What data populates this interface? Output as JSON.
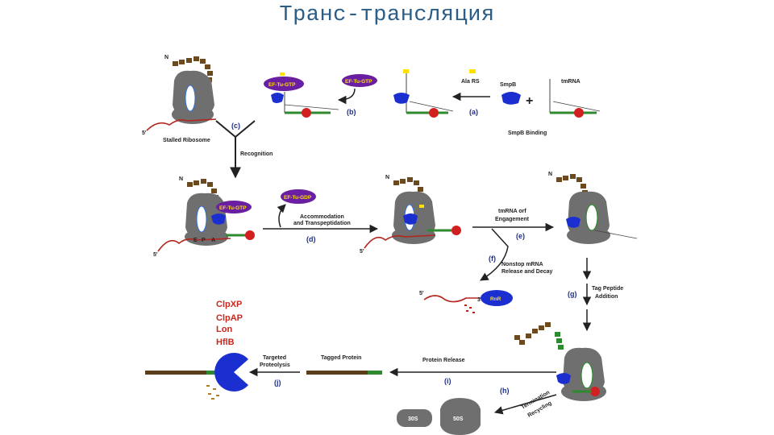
{
  "title": "Транс-трансляция",
  "labels": {
    "n_terminal": "N",
    "five_prime": "5'",
    "three_prime": "3'",
    "stalled_ribosome": "Stalled Ribosome",
    "recognition": "Recognition",
    "ef_tu_gtp": "EF-Tu-GTP",
    "ef_tu_gdp": "EF-Tu-GDP",
    "ala_rs": "Ala RS",
    "smpb": "SmpB",
    "tmrna": "tmRNA",
    "smpb_binding": "SmpB Binding",
    "accommodation": "Accommodation",
    "transpeptidation": "and Transpeptidation",
    "tmrna_orf": "tmRNA orf",
    "engagement": "Engagement",
    "nonstop1": "Nonstop mRNA",
    "nonstop2": "Release and Decay",
    "rnr": "RnR",
    "tag_peptide1": "Tag Peptide",
    "tag_peptide2": "Addition",
    "protein_release": "Protein Release",
    "tagged_protein": "Tagged Protein",
    "targeted": "Targeted",
    "proteolysis": "Proteolysis",
    "termination": "Termination",
    "recycling": "Recycling",
    "sub_30s": "30S",
    "sub_50s": "50S",
    "site_e": "E",
    "site_p": "P",
    "site_a": "A"
  },
  "steps": {
    "a": "(a)",
    "b": "(b)",
    "c": "(c)",
    "d": "(d)",
    "e": "(e)",
    "f": "(f)",
    "g": "(g)",
    "h": "(h)",
    "i": "(i)",
    "j": "(j)"
  },
  "proteases": [
    "ClpXP",
    "ClpAP",
    "Lon",
    "HflB"
  ],
  "colors": {
    "title": "#2a5d87",
    "ribosome": "#6f6f6f",
    "peptide": "#6b4a1f",
    "tag": "#2f8a2f",
    "smpb": "#1b2fd1",
    "ef_tu": "#6a1fa3",
    "mrna": "#b3261e",
    "protease": "#c8281e"
  },
  "icons": [
    "ribosome-icon",
    "smpb-icon",
    "tmrna-icon",
    "ef-tu-icon",
    "protease-pacman-icon",
    "rnr-icon"
  ]
}
